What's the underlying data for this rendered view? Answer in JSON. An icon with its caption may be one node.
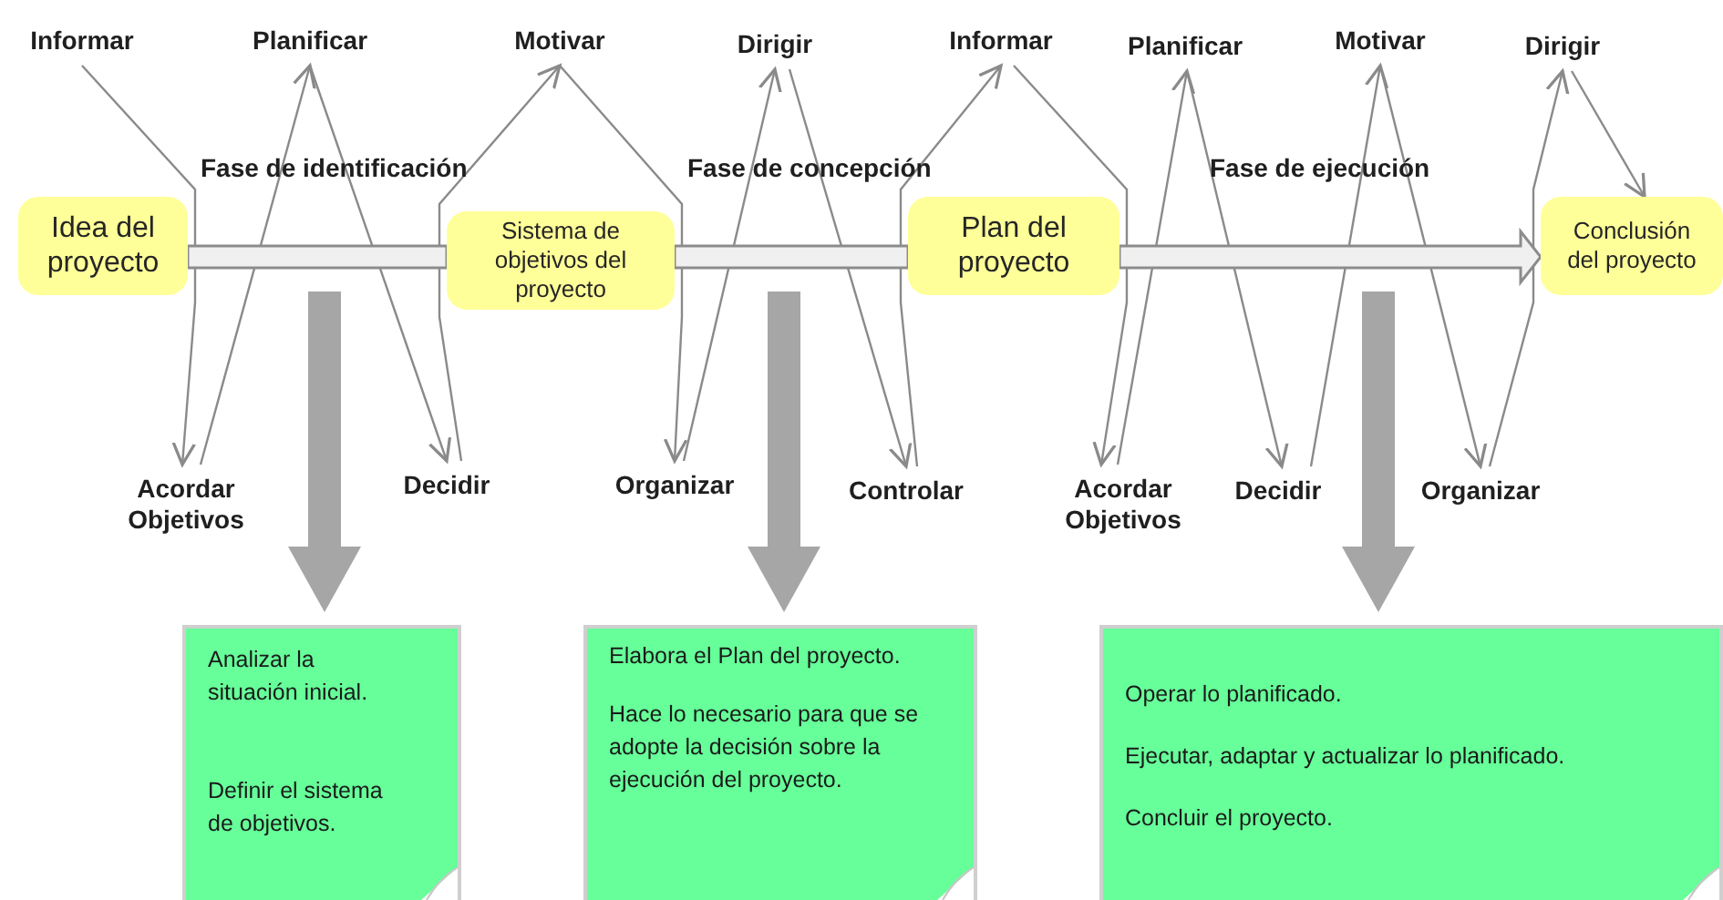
{
  "diagram": {
    "nodes": [
      {
        "text": [
          "Idea del proyecto"
        ]
      },
      {
        "text": [
          "Sistema de objetivos del proyecto"
        ]
      },
      {
        "text": [
          "Plan del proyecto"
        ]
      },
      {
        "text": [
          "Conclusión del proyecto"
        ]
      },
      {
        "text": [
          "Informar"
        ]
      },
      {
        "text": [
          "Acordar Objetivos"
        ]
      },
      {
        "text": [
          "Planificar"
        ]
      },
      {
        "text": [
          "Decidir"
        ]
      },
      {
        "text": [
          "Motivar"
        ]
      },
      {
        "text": [
          "Organizar"
        ]
      },
      {
        "text": [
          "Dirigir"
        ]
      },
      {
        "text": [
          "Controlar"
        ]
      },
      {
        "text": [
          "Informar"
        ]
      },
      {
        "text": [
          "Acordar Objetivos"
        ]
      },
      {
        "text": [
          "Planificar"
        ]
      },
      {
        "text": [
          "Decidir"
        ]
      },
      {
        "text": [
          "Motivar"
        ]
      },
      {
        "text": [
          "Organizar"
        ]
      },
      {
        "text": [
          "Dirigir"
        ]
      },
      {
        "text": [
          "Analizar la situación inicial.",
          "Definir el sistema de objetivos."
        ]
      },
      {
        "text": [
          "Elabora el Plan del proyecto.",
          "Hace lo necesario para que se adopte la decisión sobre la ejecución del proyecto."
        ]
      },
      {
        "text": [
          "Operar lo planificado.",
          "Ejecutar, adaptar y actualizar lo planificado.",
          "Concluir el proyecto."
        ]
      }
    ],
    "edges": [
      {
        "from": 4,
        "to": 5,
        "arrow": "to"
      },
      {
        "from": 5,
        "to": 6,
        "arrow": "to"
      },
      {
        "from": 6,
        "to": 7,
        "arrow": "to"
      },
      {
        "from": 7,
        "to": 8,
        "arrow": "to"
      },
      {
        "from": 8,
        "to": 9,
        "arrow": "to"
      },
      {
        "from": 9,
        "to": 10,
        "arrow": "to"
      },
      {
        "from": 10,
        "to": 11,
        "arrow": "to"
      },
      {
        "from": 11,
        "to": 12,
        "arrow": "to"
      },
      {
        "from": 12,
        "to": 13,
        "arrow": "to"
      },
      {
        "from": 13,
        "to": 14,
        "arrow": "to"
      },
      {
        "from": 14,
        "to": 15,
        "arrow": "to"
      },
      {
        "from": 15,
        "to": 16,
        "arrow": "to"
      },
      {
        "from": 16,
        "to": 17,
        "arrow": "to"
      },
      {
        "from": 17,
        "to": 18,
        "arrow": "to"
      },
      {
        "from": 18,
        "to": 3,
        "arrow": "to"
      },
      {
        "from": 0,
        "to": 1,
        "arrow": "none",
        "style": "thick"
      },
      {
        "from": 1,
        "to": 2,
        "arrow": "none",
        "style": "thick"
      },
      {
        "from": 2,
        "to": 3,
        "arrow": "to",
        "style": "thick"
      },
      {
        "from": null,
        "to": 19,
        "arrow": "to",
        "style": "thick",
        "color": "#a6a6a6"
      },
      {
        "from": null,
        "to": 20,
        "arrow": "to",
        "style": "thick",
        "color": "#a6a6a6"
      },
      {
        "from": null,
        "to": 21,
        "arrow": "to",
        "style": "thick",
        "color": "#a6a6a6"
      }
    ],
    "labels": [
      "Fase de identificación",
      "Fase de concepción",
      "Fase de ejecución"
    ]
  }
}
